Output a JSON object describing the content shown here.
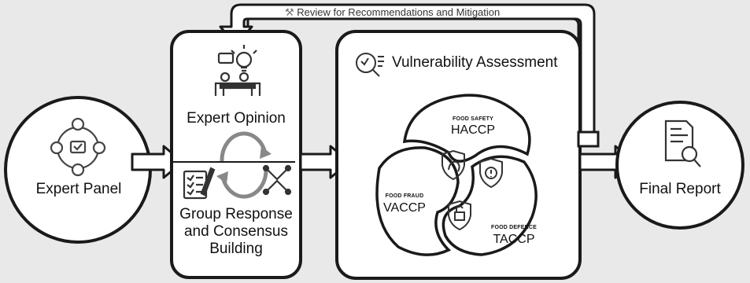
{
  "review_loop": {
    "label": "Review for Recommendations and Mitigation",
    "icon": "tools-icon"
  },
  "expert_panel": {
    "label": "Expert Panel",
    "icon": "network-people-icon"
  },
  "delphi_box": {
    "expert_opinion": "Expert Opinion",
    "group_response_line1": "Group Response",
    "group_response_line2": "and Consensus",
    "group_response_line3": "Building",
    "icons": [
      "meeting-idea-icon",
      "cycle-arrows-icon",
      "checklist-icon",
      "converge-arrows-icon"
    ]
  },
  "vulnerability": {
    "title": "Vulnerability Assessment",
    "icon": "search-analysis-icon",
    "haccp_small": "FOOD SAFETY",
    "haccp_big": "HACCP",
    "vaccp_small": "FOOD FRAUD",
    "vaccp_big": "VACCP",
    "taccp_small": "FOOD DEFENCE",
    "taccp_big": "TACCP"
  },
  "final_report": {
    "label": "Final Report",
    "icon": "report-search-icon"
  },
  "colors": {
    "background": "#e9e9e9",
    "panel": "#ffffff",
    "outline": "#1a1a1a",
    "icon": "#444444"
  }
}
